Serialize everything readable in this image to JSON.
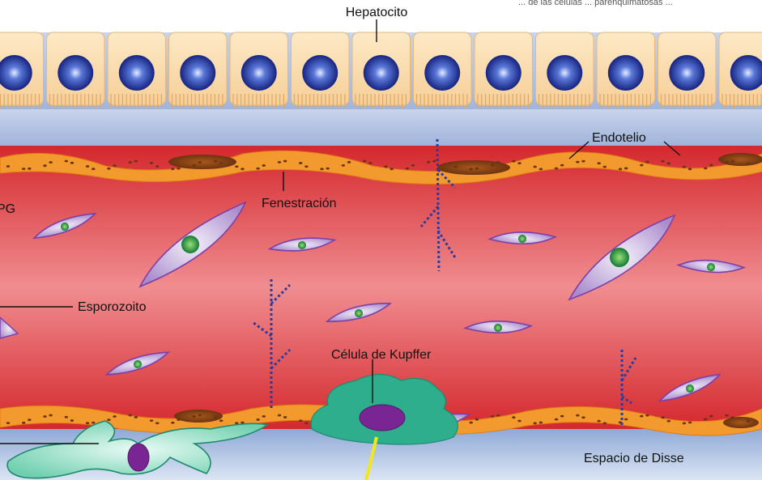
{
  "diagram": {
    "caption_fragment": "... de las células ... parenquimatosas ...",
    "labels": {
      "hepatocyte": "Hepatocito",
      "endothelium": "Endotelio",
      "fenestration": "Fenestración",
      "pg": "PG",
      "sporozoite": "Esporozoito",
      "kupffer": "Célula de Kupffer",
      "disse": "Espacio de Disse"
    }
  },
  "colors": {
    "hepatocyte_fill": "#fce3bd",
    "nucleus": "#1d2f95",
    "disse_band": "#b9c9e4",
    "sinusoid": "#d83438",
    "endothelium": "#f29a2e",
    "sporozoite": "#b69ad0",
    "sporozoite_nucleus": "#1f9a43",
    "kupffer": "#2fae8e",
    "kupffer_nucleus": "#7a2594",
    "fiber": "#2b3b9e",
    "stellate": "#7fd8bb"
  }
}
